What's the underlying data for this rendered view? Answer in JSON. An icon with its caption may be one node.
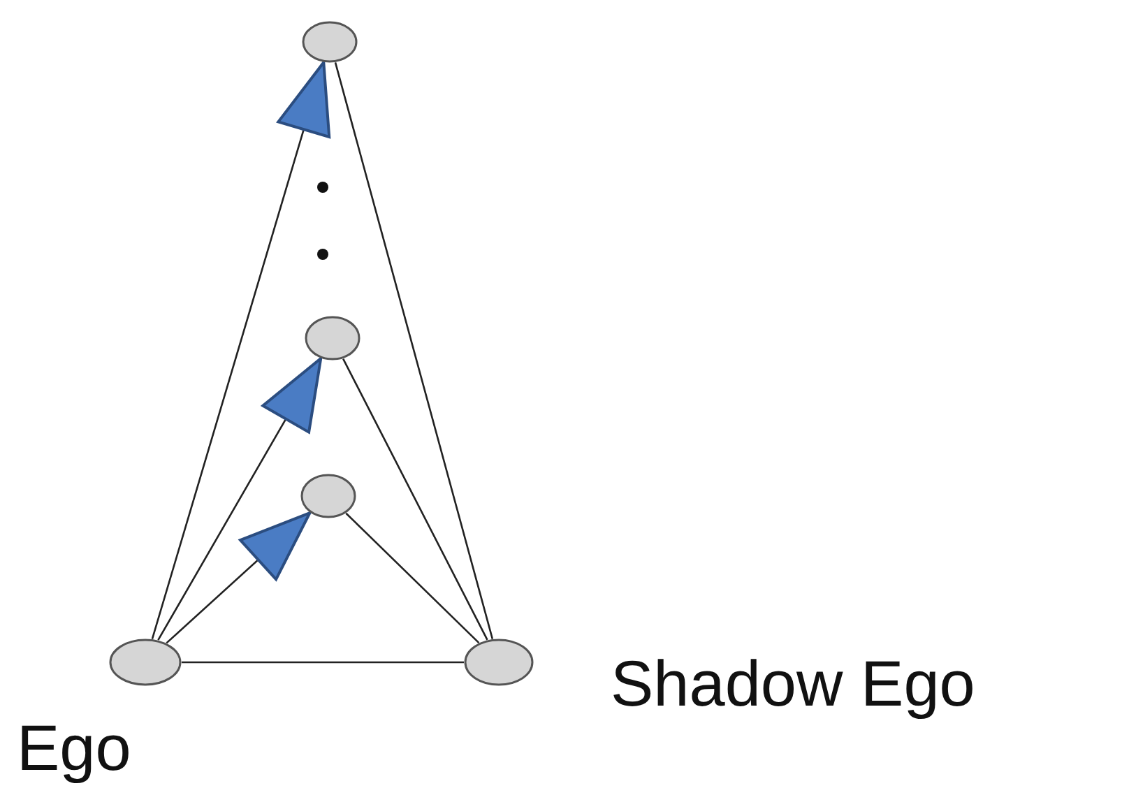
{
  "diagram": {
    "nodes": [
      {
        "text": [],
        "shape": "circle"
      },
      {
        "text": [],
        "shape": "circle"
      },
      {
        "text": [],
        "shape": "circle"
      },
      {
        "text": [],
        "shape": "circle",
        "beside": [
          "Ego"
        ]
      },
      {
        "text": [],
        "shape": "circle",
        "beside": [
          "Shadow Ego"
        ]
      }
    ],
    "edges": [
      {
        "from": 3,
        "to": 4,
        "arrow": "none"
      },
      {
        "from": 3,
        "to": 2,
        "arrow": "to"
      },
      {
        "from": 3,
        "to": 1,
        "arrow": "to"
      },
      {
        "from": 3,
        "to": 0,
        "arrow": "to"
      },
      {
        "from": 4,
        "to": 2,
        "arrow": "none"
      },
      {
        "from": 4,
        "to": 1,
        "arrow": "none"
      },
      {
        "from": 4,
        "to": 0,
        "arrow": "none"
      }
    ]
  }
}
